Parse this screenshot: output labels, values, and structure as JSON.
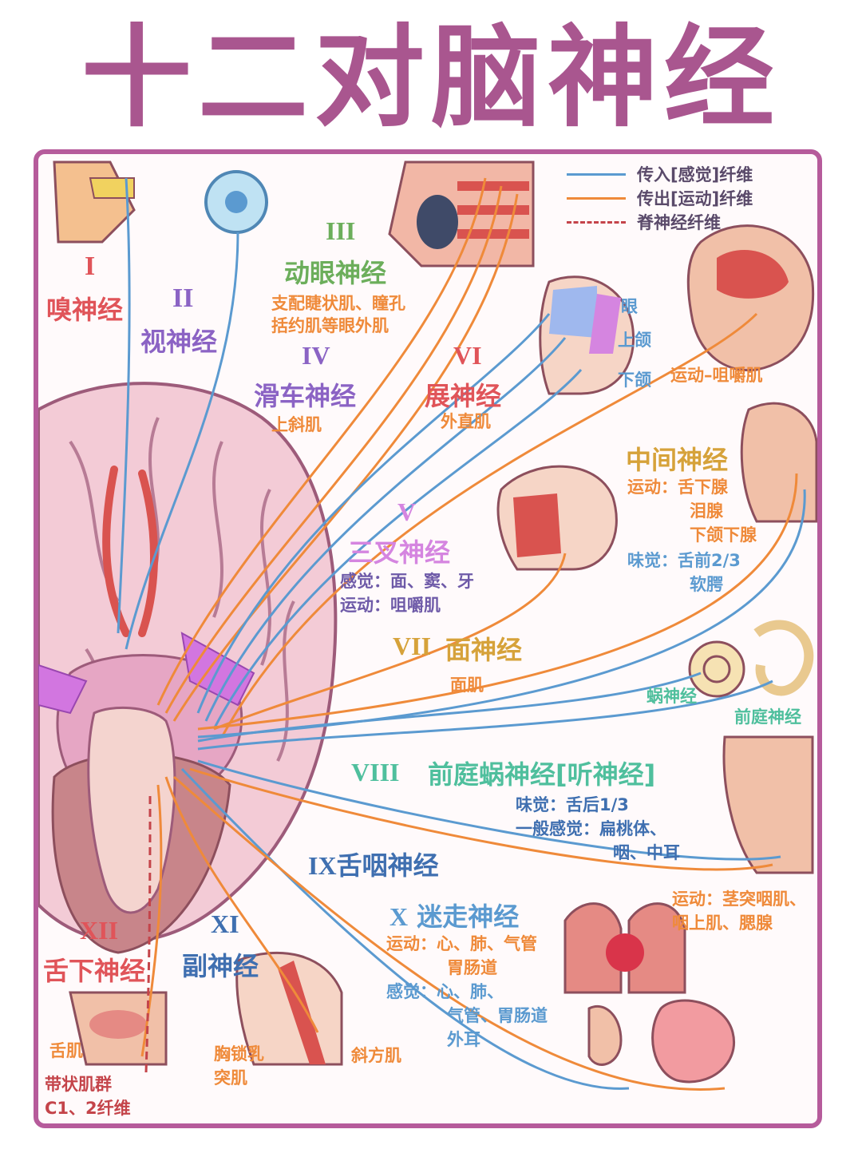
{
  "title": "十二对脑神经",
  "colors": {
    "frame": "#b65b9b",
    "afferent": "#5b9ad0",
    "efferent": "#ef8a3a",
    "spinal": "#c4444a",
    "roman_purple": "#8b63c4",
    "roman_red": "#e05459",
    "roman_green": "#6cae5b",
    "roman_yellow": "#d6a23a",
    "teal": "#4fbf9d"
  },
  "legend": {
    "afferent": "传入[感觉]纤维",
    "efferent": "传出[运动]纤维",
    "spinal": "脊神经纤维"
  },
  "nerves": {
    "n1": {
      "roman": "I",
      "name": "嗅神经"
    },
    "n2": {
      "roman": "II",
      "name": "视神经"
    },
    "n3": {
      "roman": "III",
      "name": "动眼神经",
      "desc1": "支配睫状肌、瞳孔",
      "desc2": "括约肌等眼外肌"
    },
    "n4": {
      "roman": "IV",
      "name": "滑车神经",
      "desc1": "上斜肌"
    },
    "n6": {
      "roman": "VI",
      "name": "展神经",
      "desc1": "外直肌"
    },
    "n5": {
      "roman": "V",
      "name": "三叉神经",
      "desc1": "感觉：面、窦、牙",
      "desc2": "运动：咀嚼肌",
      "branches": [
        "眼",
        "上颌",
        "下颌"
      ],
      "motor": "运动–咀嚼肌"
    },
    "intermediate": {
      "name": "中间神经",
      "motor1": "运动：舌下腺",
      "motor2": "泪腺",
      "motor3": "下颌下腺",
      "taste1": "味觉：舌前2/3",
      "taste2": "软腭"
    },
    "n7": {
      "roman": "VII",
      "name": "面神经",
      "desc1": "面肌"
    },
    "n8": {
      "roman": "VIII",
      "name": "前庭蜗神经[听神经]",
      "cochlear": "蜗神经",
      "vestibular": "前庭神经"
    },
    "n9": {
      "roman": "IX",
      "name": "舌咽神经",
      "desc1": "味觉：舌后1/3",
      "desc2": "一般感觉：扁桃体、",
      "desc3": "咽、中耳",
      "motor1": "运动：茎突咽肌、",
      "motor2": "咽上肌、腮腺"
    },
    "n10": {
      "roman": "X",
      "name": "迷走神经",
      "desc1": "运动：心、肺、气管",
      "desc2": "胃肠道",
      "desc3": "感觉：心、肺、",
      "desc4": "气管、胃肠道",
      "desc5": "外耳"
    },
    "n11": {
      "roman": "XI",
      "name": "副神经",
      "m1a": "胸锁乳",
      "m1b": "突肌",
      "m2": "斜方肌"
    },
    "n12": {
      "roman": "XII",
      "name": "舌下神经",
      "m1": "舌肌",
      "m2": "带状肌群",
      "m3": "C1、2纤维"
    }
  }
}
